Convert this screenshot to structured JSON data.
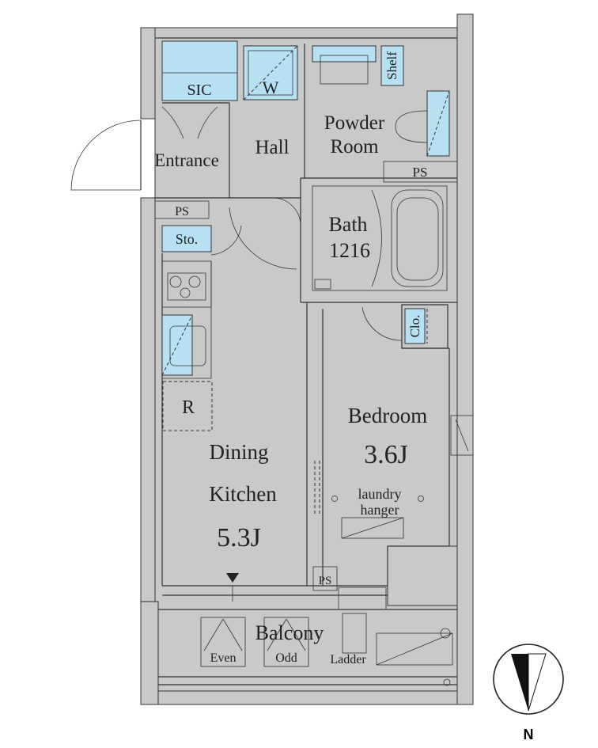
{
  "rooms": {
    "sic": "SIC",
    "washer": "W",
    "shelf": "Shelf",
    "powder_room_1": "Powder",
    "powder_room_2": "Room",
    "hall": "Hall",
    "entrance": "Entrance",
    "ps_top": "PS",
    "ps_left": "PS",
    "ps_bottom": "PS",
    "bath": "Bath",
    "bath_size": "1216",
    "storage": "Sto.",
    "closet": "Clo.",
    "refrigerator": "R",
    "bedroom": "Bedroom",
    "bedroom_size": "3.6J",
    "laundry_1": "laundry",
    "laundry_2": "hanger",
    "dining_1": "Dining",
    "dining_2": "Kitchen",
    "dining_size": "5.3J",
    "balcony": "Balcony",
    "even": "Even",
    "odd": "Odd",
    "ladder": "Ladder"
  },
  "compass": {
    "north": "N"
  },
  "colors": {
    "fixture_fill": "#b7e1f3",
    "wall_fill": "#c9c9c9"
  }
}
